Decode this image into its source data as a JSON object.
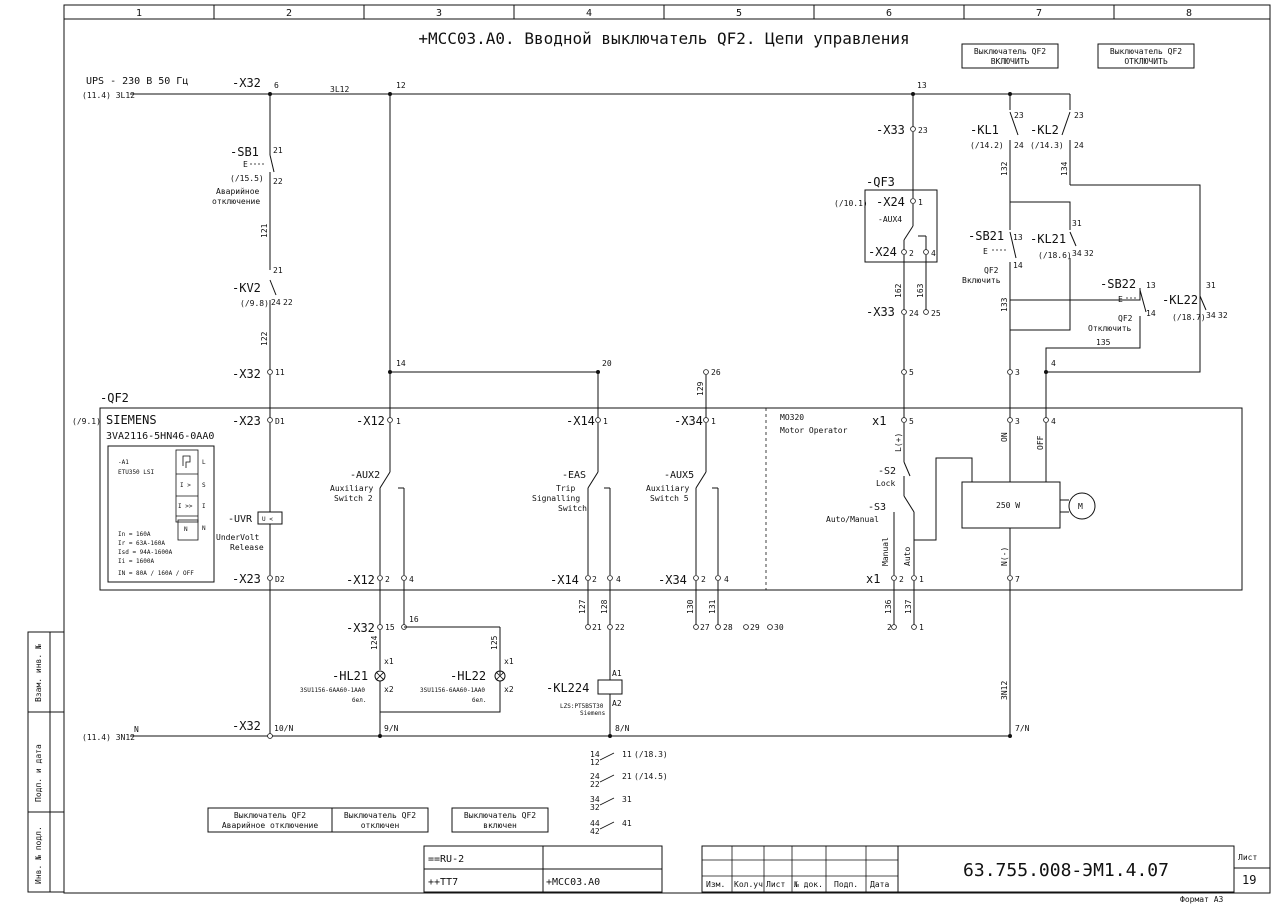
{
  "title": "+MCC03.A0. Вводной выключатель QF2. Цепи управления",
  "columns": [
    "1",
    "2",
    "3",
    "4",
    "5",
    "6",
    "7",
    "8"
  ],
  "buttons_top": [
    {
      "line1": "Выключатель QF2",
      "line2": "ВКЛЮЧИТЬ"
    },
    {
      "line1": "Выключатель QF2",
      "line2": "ОТКЛЮЧИТЬ"
    }
  ],
  "supply": {
    "label": "UPS - 230 В 50 Гц",
    "ref": "(11.4) 3L12",
    "wire": "3L12",
    "n_ref": "(11.4) 3N12",
    "n": "N"
  },
  "labels": {
    "x32": "-X32",
    "x33": "-X33",
    "x23": "-X23",
    "x12": "-X12",
    "x14": "-X14",
    "x34": "-X34",
    "x1": "x1",
    "x24": "-X24",
    "sb1": "-SB1",
    "sb1_ref": "(/15.5)",
    "sb1_desc1": "Аварийное",
    "sb1_desc2": "отключение",
    "kv2": "-KV2",
    "kv2_ref": "(/9.8)",
    "qf2": "-QF2",
    "qf2_ref": "(/9.1)",
    "siemens": "SIEMENS",
    "model": "3VA2116-5HN46-0AA0",
    "etu_a1": "-A1",
    "etu": "ETU350 LSI",
    "etu_vals": [
      "In = 160A",
      "Ir = 63A-160A",
      "Isd = 94A-1600A",
      "Ii = 1600A",
      "IN = 80A / 160A / OFF"
    ],
    "etu_cells": [
      "L",
      "S",
      "I",
      "N"
    ],
    "etu_sym": [
      "I >",
      "I >>",
      "N"
    ],
    "uvr": "-UVR",
    "uvr_box": "U <",
    "uvr_d1": "UnderVolt",
    "uvr_d2": "Release",
    "aux2": "-AUX2",
    "aux2_d1": "Auxiliary",
    "aux2_d2": "Switch 2",
    "eas": "-EAS",
    "eas_d1": "Trip",
    "eas_d2": "Signalling",
    "eas_d3": "Switch",
    "aux5": "-AUX5",
    "aux5_d1": "Auxiliary",
    "aux5_d2": "Switch 5",
    "mo": "MO320",
    "mo_d": "Motor Operator",
    "s2": "-S2",
    "lock": "Lock",
    "s3": "-S3",
    "automan": "Auto/Manual",
    "manual": "Manual",
    "auto": "Auto",
    "motor_w": "250 W",
    "m": "M",
    "lplus": "L(+)",
    "nminus": "N(-)",
    "on": "ON",
    "off": "OFF",
    "qf3": "-QF3",
    "qf3_ref": "(/10.1)",
    "aux4": "-AUX4",
    "kl1": "-KL1",
    "kl1_ref": "(/14.2)",
    "kl2": "-KL2",
    "kl2_ref": "(/14.3)",
    "sb21": "-SB21",
    "sb21_d1": "QF2",
    "sb21_d2": "Включить",
    "kl21": "-KL21",
    "kl21_ref": "(/18.6)",
    "sb22": "-SB22",
    "sb22_d1": "QF2",
    "sb22_d2": "Отключить",
    "kl22": "-KL22",
    "kl22_ref": "(/18.7)",
    "hl21": "-HL21",
    "hl22": "-HL22",
    "hl_code": "3SU1156-6AA60-1AA0",
    "hl_col": "бел.",
    "kl224": "-KL224",
    "kl224_d1": "LZS:PT5B5T30",
    "kl224_d2": "Siemens",
    "x2": "x2",
    "a1": "A1",
    "a2": "A2",
    "e": "E"
  },
  "nums": {
    "n6": "6",
    "n12": "12",
    "n13": "13",
    "n23": "23",
    "n21": "21",
    "n22": "22",
    "n24": "24",
    "n121": "121",
    "n122": "122",
    "n11": "11",
    "n14": "14",
    "n20": "20",
    "n26": "26",
    "n129": "129",
    "n5": "5",
    "n3": "3",
    "n4": "4",
    "nD1": "D1",
    "nD2": "D2",
    "n1": "1",
    "n2": "2",
    "n7": "7",
    "n15": "15",
    "n16": "16",
    "n124": "124",
    "n125": "125",
    "n127": "127",
    "n128": "128",
    "n130": "130",
    "n131": "131",
    "n136": "136",
    "n137": "137",
    "n27": "27",
    "n28": "28",
    "n29": "29",
    "n30": "30",
    "n162": "162",
    "n163": "163",
    "n25": "25",
    "n132": "132",
    "n134": "134",
    "n133": "133",
    "n135": "135",
    "n31": "31",
    "n32": "32",
    "n34": "34",
    "n10N": "10/N",
    "n9N": "9/N",
    "n8N": "8/N",
    "n7N": "7/N",
    "n3N12": "3N12"
  },
  "contacts_kl224": [
    {
      "a": "14",
      "b": "12",
      "c": "11",
      "ref": "(/18.3)"
    },
    {
      "a": "24",
      "b": "22",
      "c": "21",
      "ref": "(/14.5)"
    },
    {
      "a": "34",
      "b": "32",
      "c": "31",
      "ref": ""
    },
    {
      "a": "44",
      "b": "42",
      "c": "41",
      "ref": ""
    }
  ],
  "legend_bottom": [
    {
      "line1": "Выключатель QF2",
      "line2": "Аварийное отключение"
    },
    {
      "line1": "Выключатель QF2",
      "line2": "отключен"
    },
    {
      "line1": "Выключатель QF2",
      "line2": "включен"
    }
  ],
  "titleblock": {
    "r1": "==RU-2",
    "r2": "++TT7",
    "r3": "+MCC03.A0",
    "cols": [
      "Изм.",
      "Кол.уч",
      "Лист",
      "№ док.",
      "Подп.",
      "Дата"
    ],
    "doc": "63.755.008-ЭМ1.4.07",
    "sheet_label": "Лист",
    "sheet": "19",
    "format": "Формат А3"
  },
  "side": [
    "Взам. инв. №",
    "Подп. и дата",
    "Инв. № подл."
  ]
}
